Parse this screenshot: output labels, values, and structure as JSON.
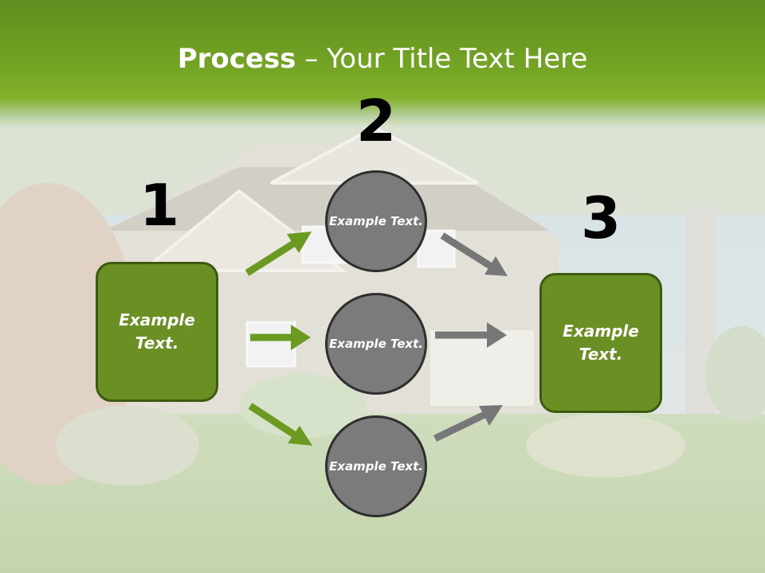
{
  "title": {
    "strong": "Process",
    "rest": " – Your Title Text Here"
  },
  "steps": [
    {
      "number": "1",
      "text": "Example Text."
    },
    {
      "number": "2",
      "text": "Example Text."
    },
    {
      "number": "3",
      "text": "Example Text."
    }
  ],
  "circles": [
    {
      "text": "Example Text."
    },
    {
      "text": "Example Text."
    },
    {
      "text": "Example Text."
    }
  ],
  "colors": {
    "title_band": "#74a524",
    "box_fill": "#6a8f22",
    "box_border": "#3e5a12",
    "circle_fill": "#7b7b7b",
    "circle_border": "#2e2e2e",
    "green_arrow": "#6a9a1f",
    "gray_arrow": "#777777"
  }
}
